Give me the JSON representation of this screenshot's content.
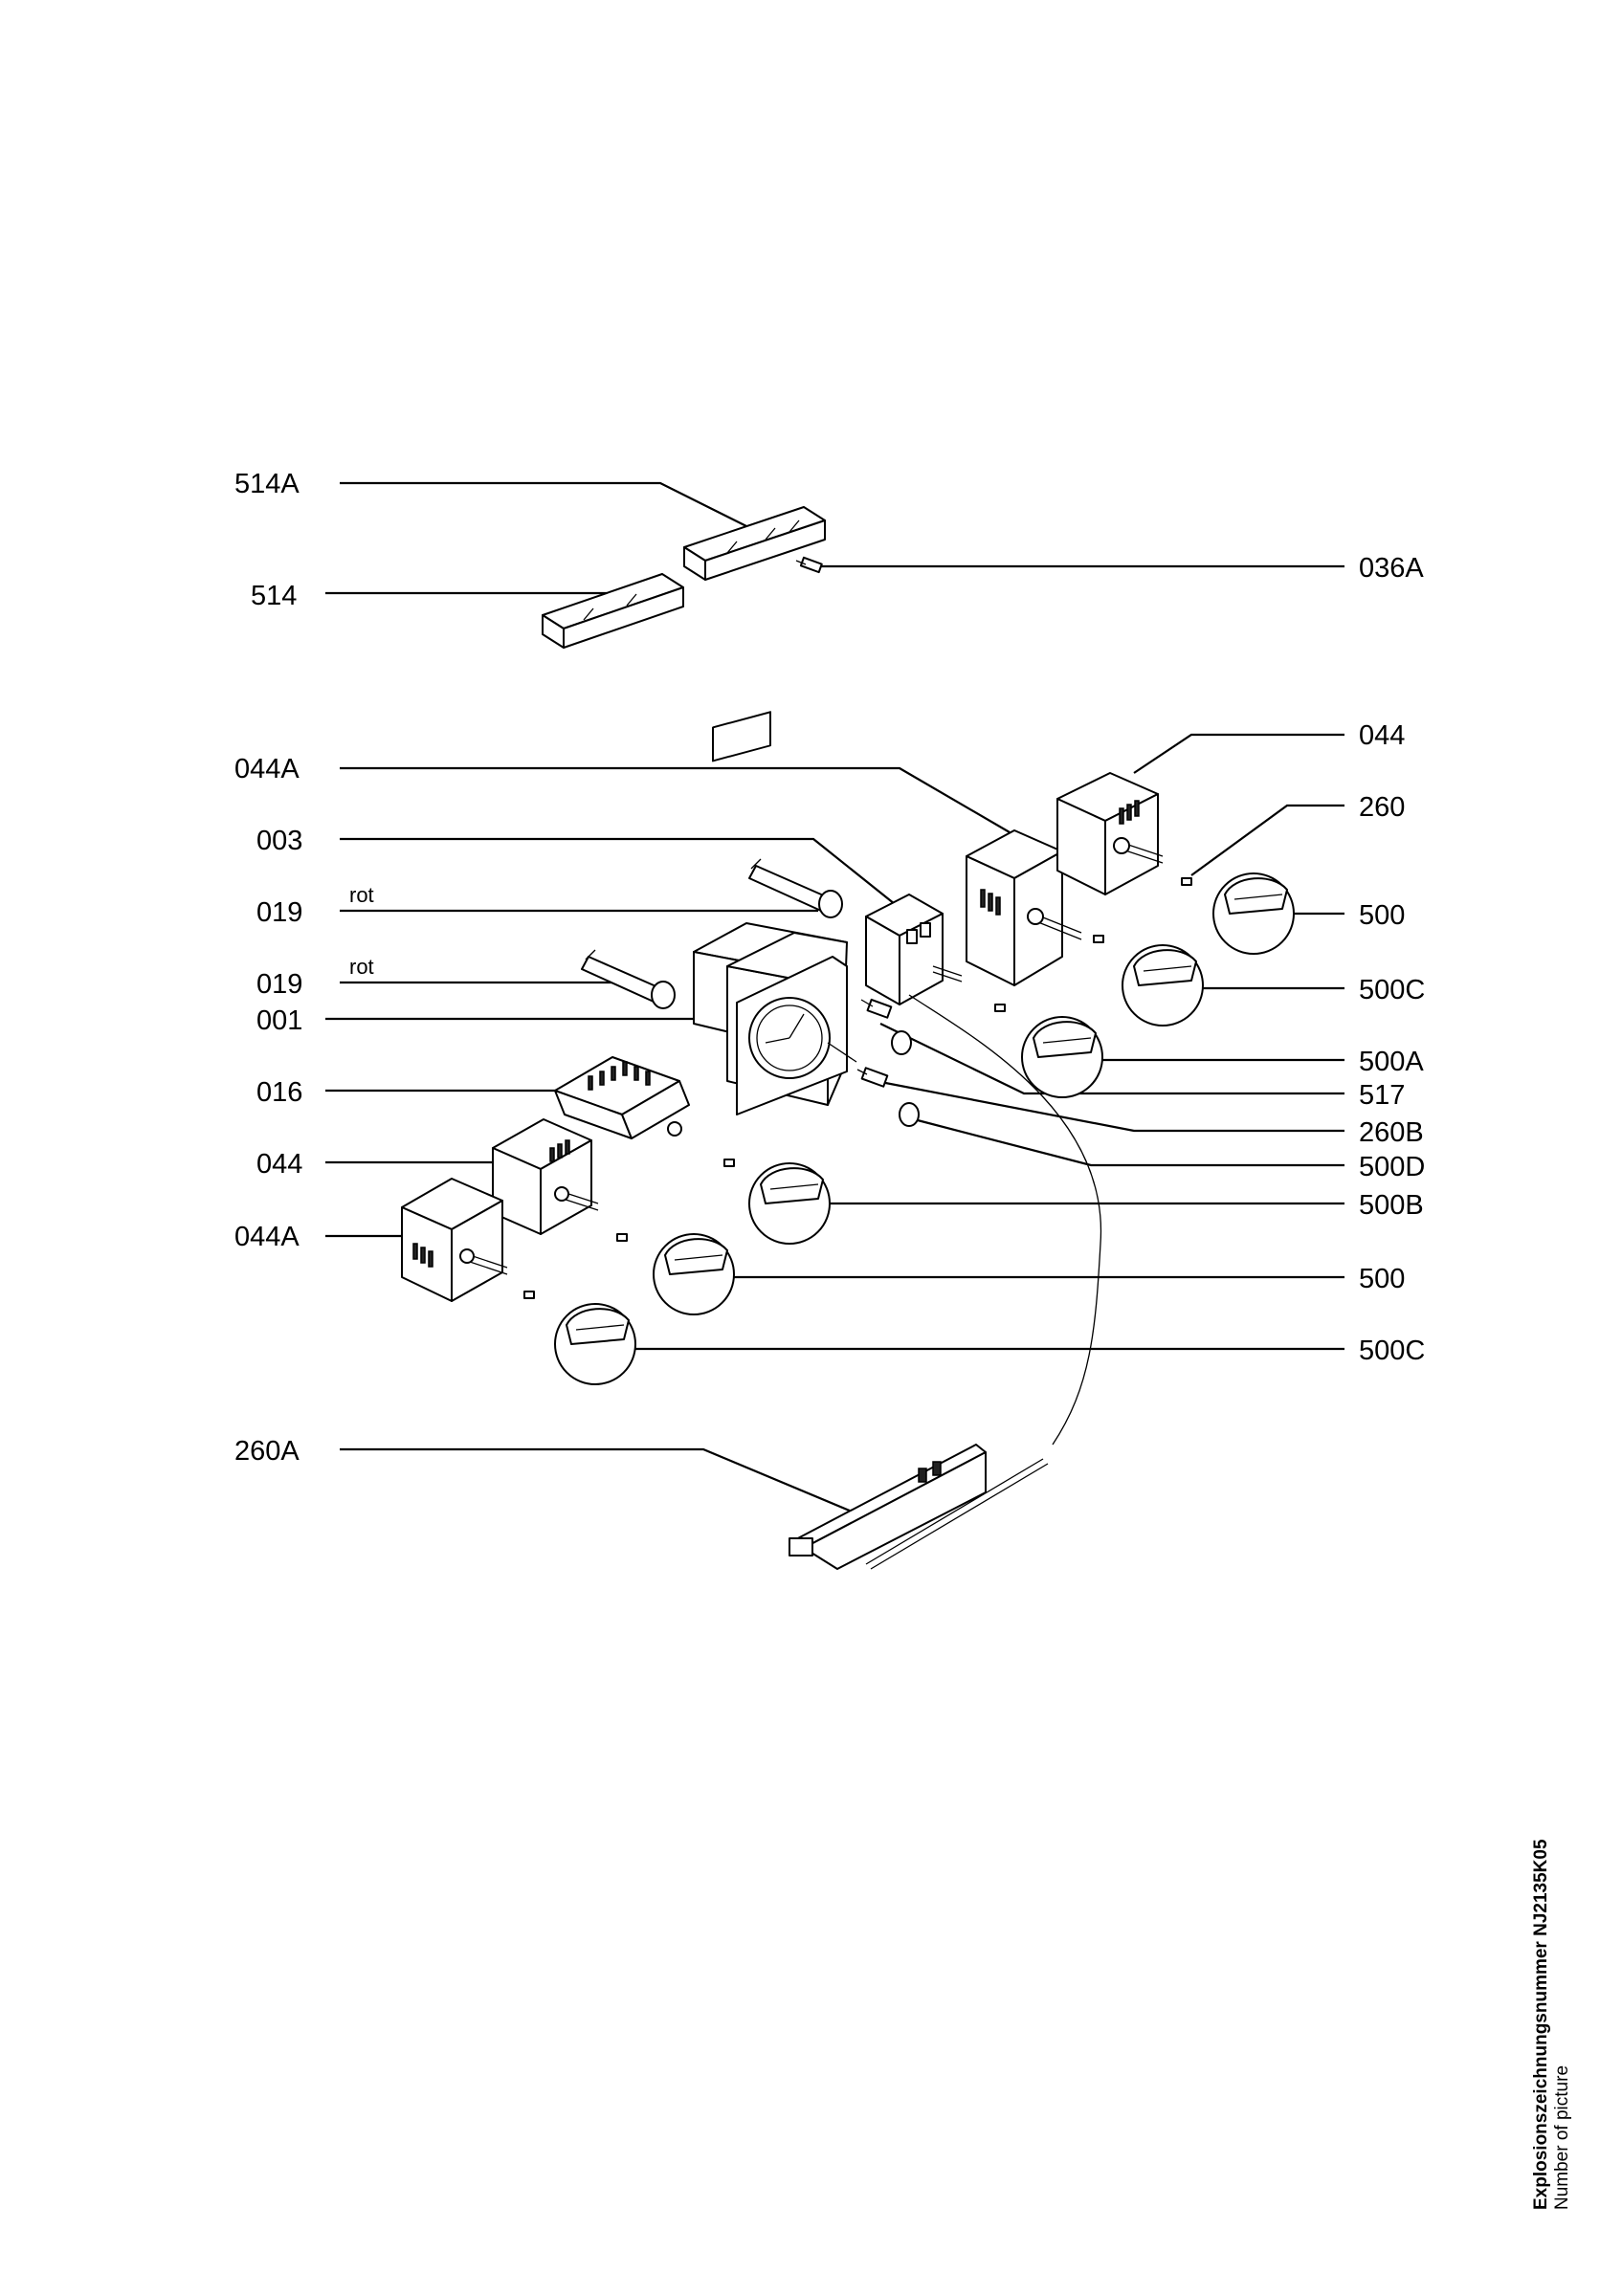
{
  "labels": {
    "l514A": "514A",
    "l514": "514",
    "l036A": "036A",
    "l044A_top": "044A",
    "l044_top": "044",
    "l003": "003",
    "l260": "260",
    "l019_1": "019",
    "l019_2": "019",
    "l500_top": "500",
    "l001": "001",
    "l500C_top": "500C",
    "l016": "016",
    "l500A": "500A",
    "l517": "517",
    "l260B": "260B",
    "l044_bot": "044",
    "l500D": "500D",
    "l500B": "500B",
    "l044A_bot": "044A",
    "l500_bot": "500",
    "l500C_bot": "500C",
    "l260A": "260A"
  },
  "notes": {
    "rot1": "rot",
    "rot2": "rot"
  },
  "footer": {
    "title": "Explosionszeichnungsnummer NJ2135K05",
    "subtitle": "Number of picture"
  }
}
